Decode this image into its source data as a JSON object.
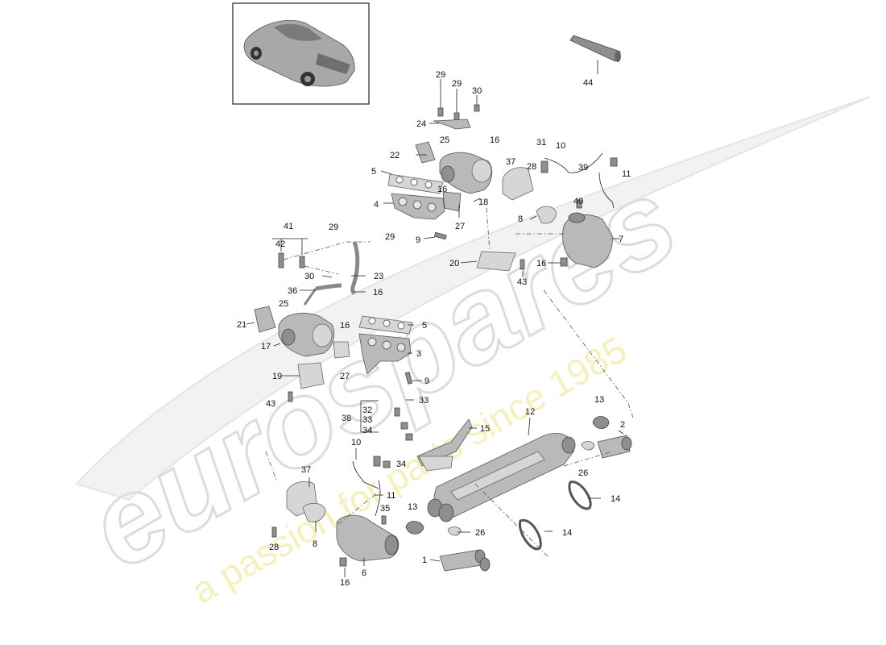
{
  "watermark": {
    "logo_text": "eurospares",
    "tagline": "a passion for parts since 1985"
  },
  "thumbnail": {
    "icon": "car-thumbnail-icon"
  },
  "callouts": {
    "c1": "1",
    "c2": "2",
    "c3": "3",
    "c4": "4",
    "c5a": "5",
    "c5b": "5",
    "c6": "6",
    "c7": "7",
    "c8a": "8",
    "c8b": "8",
    "c9a": "9",
    "c9b": "9",
    "c10a": "10",
    "c10b": "10",
    "c11a": "11",
    "c11b": "11",
    "c12": "12",
    "c13a": "13",
    "c13b": "13",
    "c14a": "14",
    "c14b": "14",
    "c15": "15",
    "c16a": "16",
    "c16b": "16",
    "c16c": "16",
    "c16d": "16",
    "c16e": "16",
    "c16f": "16",
    "c17": "17",
    "c18": "18",
    "c19": "19",
    "c20": "20",
    "c21": "21",
    "c22": "22",
    "c23": "23",
    "c24": "24",
    "c25a": "25",
    "c25b": "25",
    "c26a": "26",
    "c26b": "26",
    "c27a": "27",
    "c27b": "27",
    "c28a": "28",
    "c28b": "28",
    "c29a": "29",
    "c29b": "29",
    "c29c": "29",
    "c29d": "29",
    "c30a": "30",
    "c30b": "30",
    "c31": "31",
    "c32": "32",
    "c33a": "33",
    "c33b": "33",
    "c34a": "34",
    "c34b": "34",
    "c35": "35",
    "c36": "36",
    "c37a": "37",
    "c37b": "37",
    "c38": "38",
    "c39": "39",
    "c40": "40",
    "c41": "41",
    "c42": "42",
    "c43a": "43",
    "c43b": "43",
    "c44": "44"
  }
}
